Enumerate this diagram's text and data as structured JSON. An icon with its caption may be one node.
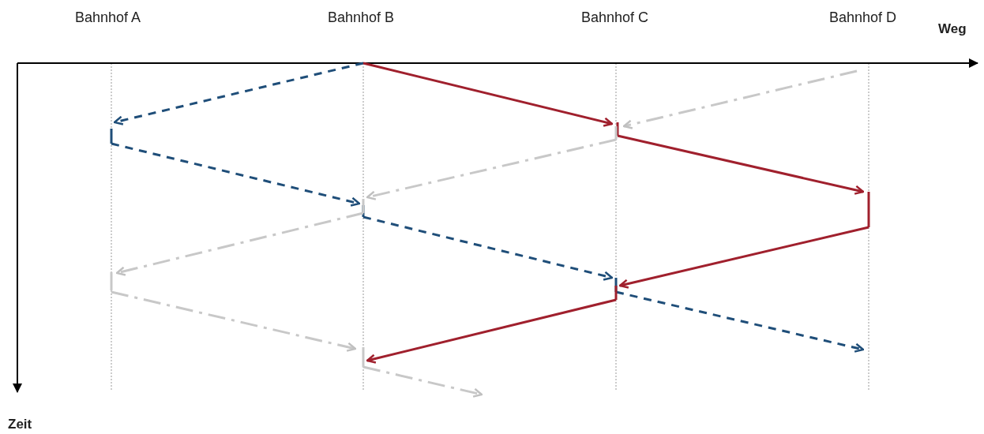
{
  "diagram": {
    "labels": [
      "Bahnhof A",
      "Bahnhof B",
      "Bahnhof C",
      "Bahnhof D",
      "Weg",
      "Zeit"
    ]
  }
}
